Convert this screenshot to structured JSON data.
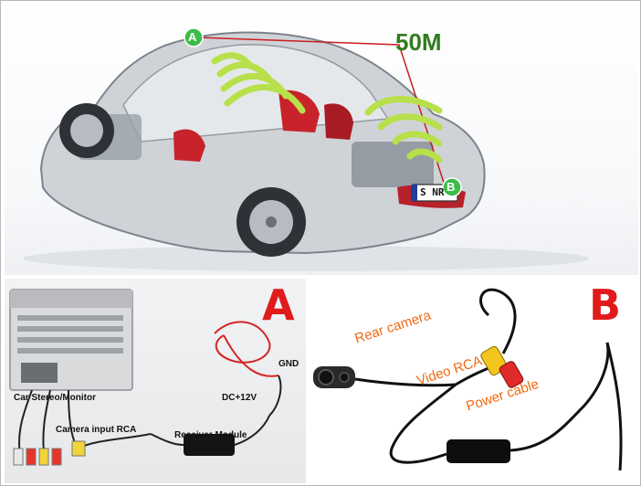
{
  "top": {
    "distance_label": "50M",
    "point_a": "A",
    "point_b": "B",
    "plate_text": "S NR"
  },
  "panel_a": {
    "letter": "A",
    "labels": {
      "gnd": "GND",
      "stereo": "Car Stereo/Monitor",
      "dc": "DC+12V",
      "camera_input": "Camera input RCA",
      "receiver": "Receiver Module"
    }
  },
  "panel_b": {
    "letter": "B",
    "labels": {
      "rear_camera": "Rear camera",
      "video_rca": "Video RCA",
      "power_cable": "Power cable"
    }
  },
  "colors": {
    "letter_red": "#e11b1b",
    "label_orange": "#f26a13",
    "distance_green": "#2f7d1e",
    "signal_green": "#b7e04a",
    "marker_green": "#3dbb4b",
    "link_red": "#c81e1e"
  }
}
